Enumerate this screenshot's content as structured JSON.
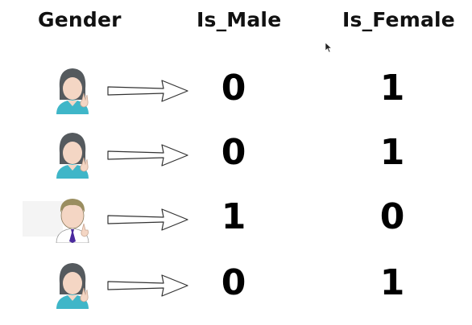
{
  "headers": {
    "gender": "Gender",
    "is_male": "Is_Male",
    "is_female": "Is_Female"
  },
  "rows": [
    {
      "avatar": "female-avatar-icon",
      "is_male": "0",
      "is_female": "1"
    },
    {
      "avatar": "female-avatar-icon",
      "is_male": "0",
      "is_female": "1"
    },
    {
      "avatar": "male-avatar-icon",
      "is_male": "1",
      "is_female": "0"
    },
    {
      "avatar": "female-avatar-icon",
      "is_male": "0",
      "is_female": "1"
    }
  ],
  "colors": {
    "female_hair": "#555a5e",
    "female_shirt": "#3fb6c8",
    "male_hair": "#9a8e60",
    "male_tie": "#4b2a9e",
    "skin": "#f4d6c4"
  }
}
